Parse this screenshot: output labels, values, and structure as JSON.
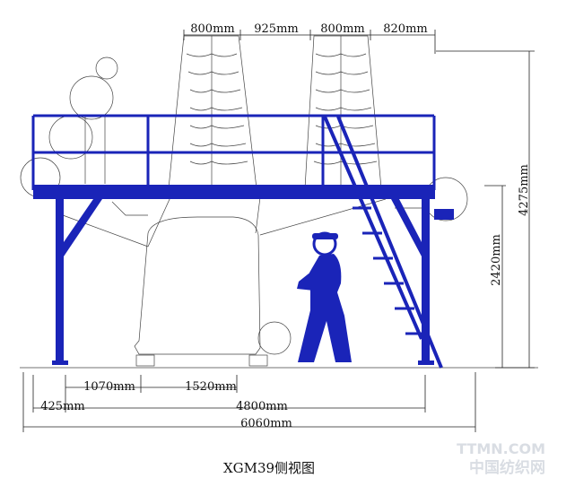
{
  "diagram": {
    "caption": "XGM39侧视图",
    "dims_top": [
      "800mm",
      "925mm",
      "800mm",
      "820mm"
    ],
    "dims_right": [
      "4275mm",
      "2420mm"
    ],
    "dims_bottom": [
      "1070mm",
      "1520mm",
      "425mm",
      "4800mm",
      "6060mm"
    ],
    "watermark": [
      "TTMN.COM",
      "中国纺织网"
    ],
    "colors": {
      "steel": "#1a24b8",
      "line": "#222222"
    }
  }
}
